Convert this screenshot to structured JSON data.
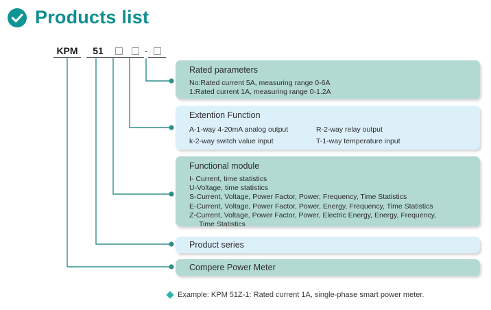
{
  "header": {
    "title": "Products list",
    "icon": "check-circle-icon",
    "accent_color": "#0f8f90"
  },
  "code": {
    "segments": [
      {
        "name": "brand",
        "text": "KPM",
        "type": "text"
      },
      {
        "name": "series",
        "text": "51",
        "type": "text"
      },
      {
        "name": "module",
        "text": "",
        "type": "square"
      },
      {
        "name": "extension",
        "text": "",
        "type": "square"
      },
      {
        "name": "rated",
        "text": "",
        "type": "square"
      }
    ],
    "separator": "-"
  },
  "boxes": [
    {
      "name": "rated-parameters",
      "style": "teal",
      "heading": "Rated parameters",
      "lines": [
        "No:Rated current 5A, measuring range 0-6A",
        "1:Rated current 1A, measuring range 0-1.2A"
      ]
    },
    {
      "name": "extention-function",
      "style": "blue",
      "heading": "Extention Function",
      "columns": [
        [
          "A-1-way 4-20mA analog output",
          "k-2-way switch value input"
        ],
        [
          "R-2-way relay output",
          "T-1-way temperature input"
        ]
      ]
    },
    {
      "name": "functional-module",
      "style": "teal",
      "heading": "Functional module",
      "lines": [
        "I- Current, time statistics",
        "U-Voltage, time statistics",
        "S-Current, Voltage, Power Factor, Power, Frequency, Time Statistics",
        "E-Current, Voltage, Power Factor, Power, Energy, Frequency, Time Statistics",
        "Z-Current, Voltage, Power Factor, Power, Electric Energy, Energy, Frequency,",
        "Time Statistics"
      ]
    },
    {
      "name": "product-series",
      "style": "blue",
      "heading": "Product series"
    },
    {
      "name": "compere-power-meter",
      "style": "teal",
      "heading": "Compere Power Meter"
    }
  ],
  "footer": {
    "marker": "diamond-icon",
    "text": "Example: KPM 51Z-1: Rated current 1A, single-phase smart power meter."
  },
  "colors": {
    "teal_box": "#b3d9d3",
    "blue_box": "#dcf0fa",
    "leader_line": "#2d8f8c",
    "title": "#0f8f90",
    "diamond": "#2fb3ae"
  }
}
